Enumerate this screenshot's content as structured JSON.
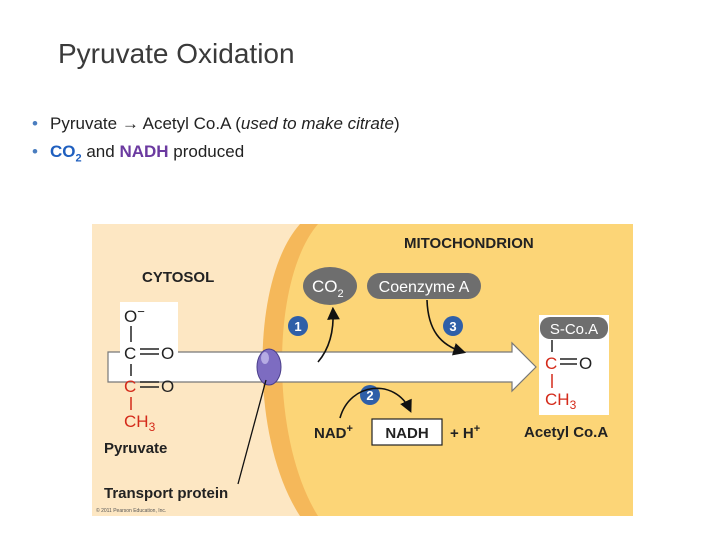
{
  "slide": {
    "title": "Pyruvate Oxidation",
    "bullet1": {
      "a": "Pyruvate",
      "arrow": "→",
      "b": " Acetyl Co.A (",
      "italic": "used to make citrate",
      "c": ")"
    },
    "bullet2": {
      "co2": "CO",
      "co2_sub": "2",
      "and": " and ",
      "nadh": "NADH",
      "rest": " produced"
    }
  },
  "diagram": {
    "mito_label": "MITOCHONDRION",
    "cytosol_label": "CYTOSOL",
    "co2": "CO",
    "co2_sub": "2",
    "coenzyme_a": "Coenzyme A",
    "step1": "1",
    "step2": "2",
    "step3": "3",
    "nad": "NAD",
    "nad_sup": "+",
    "nadh": "NADH",
    "hplus": "+ H",
    "hplus_sup": "+",
    "scoa": "S-Co.A",
    "acetyl_c": "C",
    "acetyl_o": "O",
    "acetyl_ch3": "CH",
    "acetyl_ch3_sub": "3",
    "acetyl_label": "Acetyl Co.A",
    "pyr_o_minus": "O",
    "pyr_minus": "−",
    "pyr_c1": "C",
    "pyr_o1": "O",
    "pyr_c2": "C",
    "pyr_o2": "O",
    "pyr_ch3": "CH",
    "pyr_ch3_sub": "3",
    "pyruvate_label": "Pyruvate",
    "transport_label": "Transport protein",
    "copyright": "© 2011 Pearson Education, Inc."
  },
  "colors": {
    "cytosol": "#fde7c3",
    "mito": "#fcd577",
    "membrane": "#f5b85a",
    "red": "#d42a1a",
    "grey": "#6e6e6e"
  }
}
